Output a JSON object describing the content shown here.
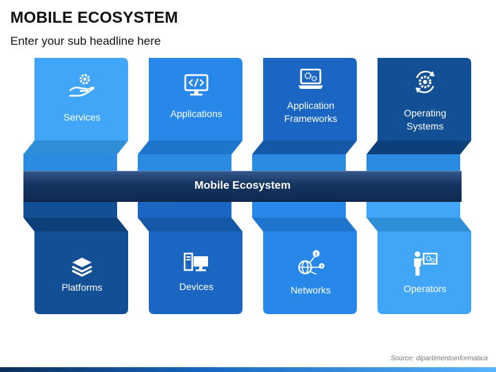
{
  "title": "MOBILE ECOSYSTEM",
  "subtitle": "Enter your sub headline here",
  "band_label": "Mobile Ecosystem",
  "source": "Source: dipartimentoinformatica",
  "top_cards": [
    {
      "label": "Services",
      "icon": "hand-gear-icon",
      "color": "#41a6f7"
    },
    {
      "label": "Applications",
      "icon": "code-monitor-icon",
      "color": "#2788ea"
    },
    {
      "label": "Application\nFrameworks",
      "icon": "laptop-gears-icon",
      "color": "#1a66c2"
    },
    {
      "label": "Operating\nSystems",
      "icon": "cycle-gear-icon",
      "color": "#124f94"
    }
  ],
  "bottom_cards": [
    {
      "label": "Platforms",
      "icon": "layers-icon",
      "color": "#124f94"
    },
    {
      "label": "Devices",
      "icon": "computer-icon",
      "color": "#1a66c2"
    },
    {
      "label": "Networks",
      "icon": "globe-network-icon",
      "color": "#2788ea"
    },
    {
      "label": "Operators",
      "icon": "presenter-icon",
      "color": "#41a6f7"
    }
  ],
  "accent_color": "#14345f"
}
